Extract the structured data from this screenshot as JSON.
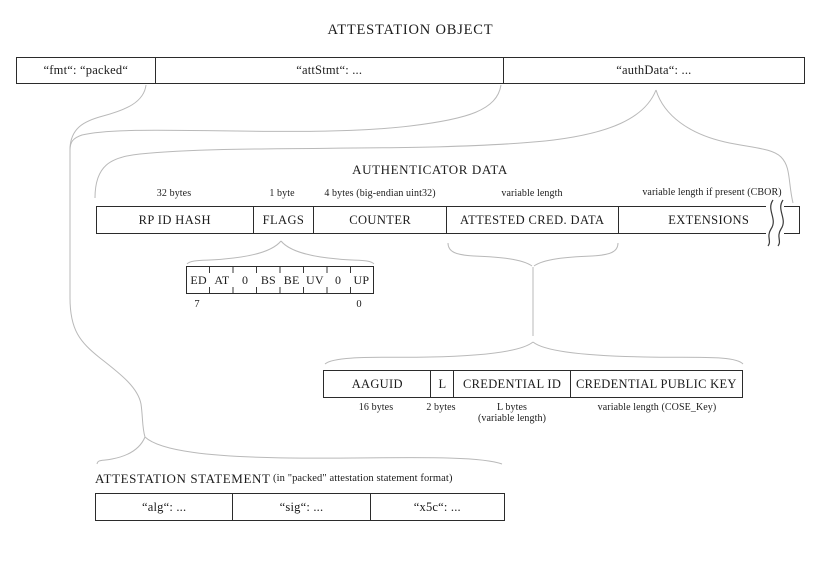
{
  "title": "ATTESTATION OBJECT",
  "colors": {
    "border": "#2b2b2b",
    "brace": "#b9b9b9",
    "text": "#1b1b1b",
    "background": "#ffffff"
  },
  "attestation_object_row": {
    "fmt": "“fmt“: “packed“",
    "att_stmt": "“attStmt“: ...",
    "auth_data": "“authData“: ..."
  },
  "authenticator_data": {
    "heading": "AUTHENTICATOR DATA",
    "fields": [
      {
        "label": "RP ID HASH",
        "size": "32 bytes"
      },
      {
        "label": "FLAGS",
        "size": "1 byte"
      },
      {
        "label": "COUNTER",
        "size": "4 bytes (big-endian uint32)"
      },
      {
        "label": "ATTESTED CRED. DATA",
        "size": "variable length"
      },
      {
        "label": "EXTENSIONS",
        "size": "variable length if present (CBOR)"
      }
    ]
  },
  "flags": {
    "bits": [
      "ED",
      "AT",
      "0",
      "BS",
      "BE",
      "UV",
      "0",
      "UP"
    ],
    "high_bit": "7",
    "low_bit": "0"
  },
  "attested_credential_data": {
    "fields": [
      {
        "label": "AAGUID",
        "size": "16 bytes"
      },
      {
        "label": "L",
        "size": "2 bytes"
      },
      {
        "label": "CREDENTIAL ID",
        "size": "L bytes",
        "size_note": "(variable length)"
      },
      {
        "label": "CREDENTIAL PUBLIC KEY",
        "size": "variable length (COSE_Key)"
      }
    ]
  },
  "attestation_statement": {
    "heading": "ATTESTATION STATEMENT",
    "note": "(in \"packed\" attestation statement format)",
    "cells": [
      {
        "label": "“alg“: ..."
      },
      {
        "label": "“sig“: ..."
      },
      {
        "label": "“x5c“: ..."
      }
    ]
  }
}
